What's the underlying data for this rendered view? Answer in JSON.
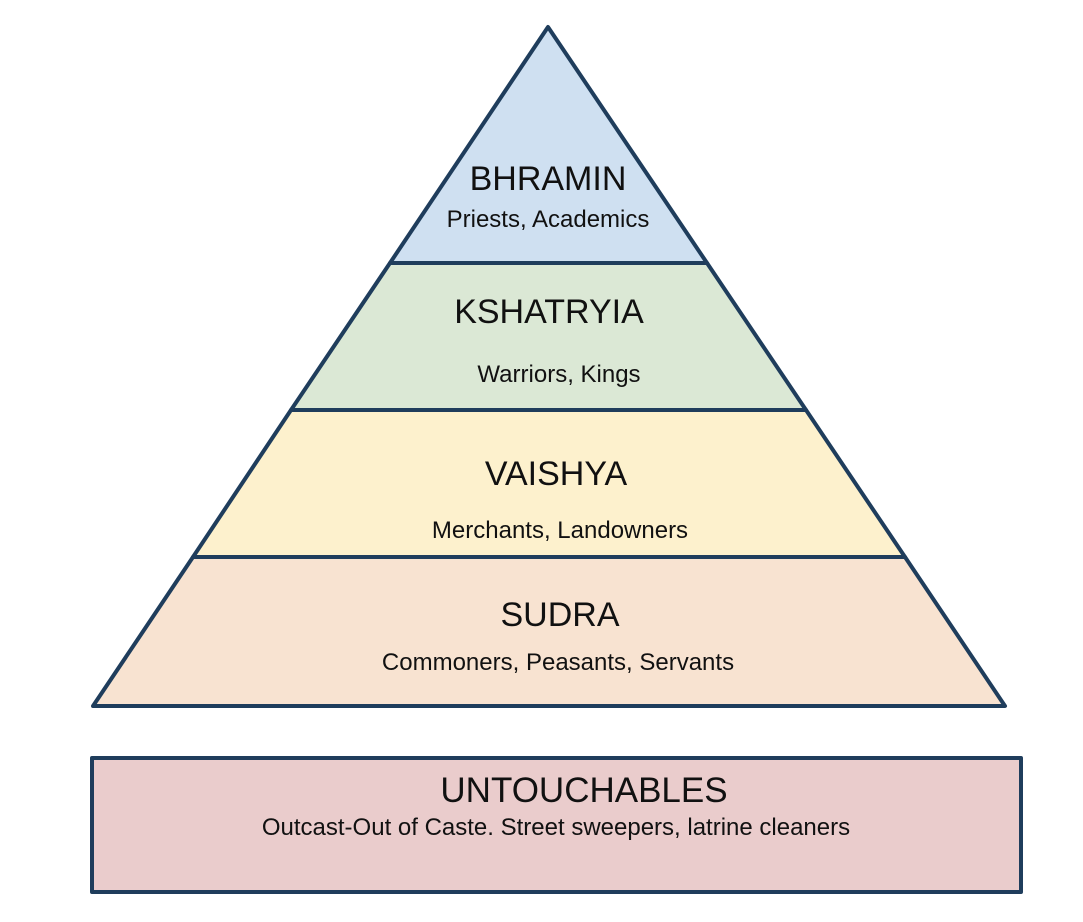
{
  "tiers": [
    {
      "title": "BHRAMIN",
      "subtitle": "Priests, Academics",
      "color": "#cfe0f1"
    },
    {
      "title": "KSHATRYIA",
      "subtitle": "Warriors, Kings",
      "color": "#dbe8d5"
    },
    {
      "title": "VAISHYA",
      "subtitle": "Merchants, Landowners",
      "color": "#fdf1cd"
    },
    {
      "title": "SUDRA",
      "subtitle": "Commoners, Peasants, Servants",
      "color": "#f8e3d1"
    }
  ],
  "outcast": {
    "title": "UNTOUCHABLES",
    "subtitle": "Outcast-Out of Caste. Street sweepers, latrine cleaners",
    "color": "#eacccc"
  }
}
